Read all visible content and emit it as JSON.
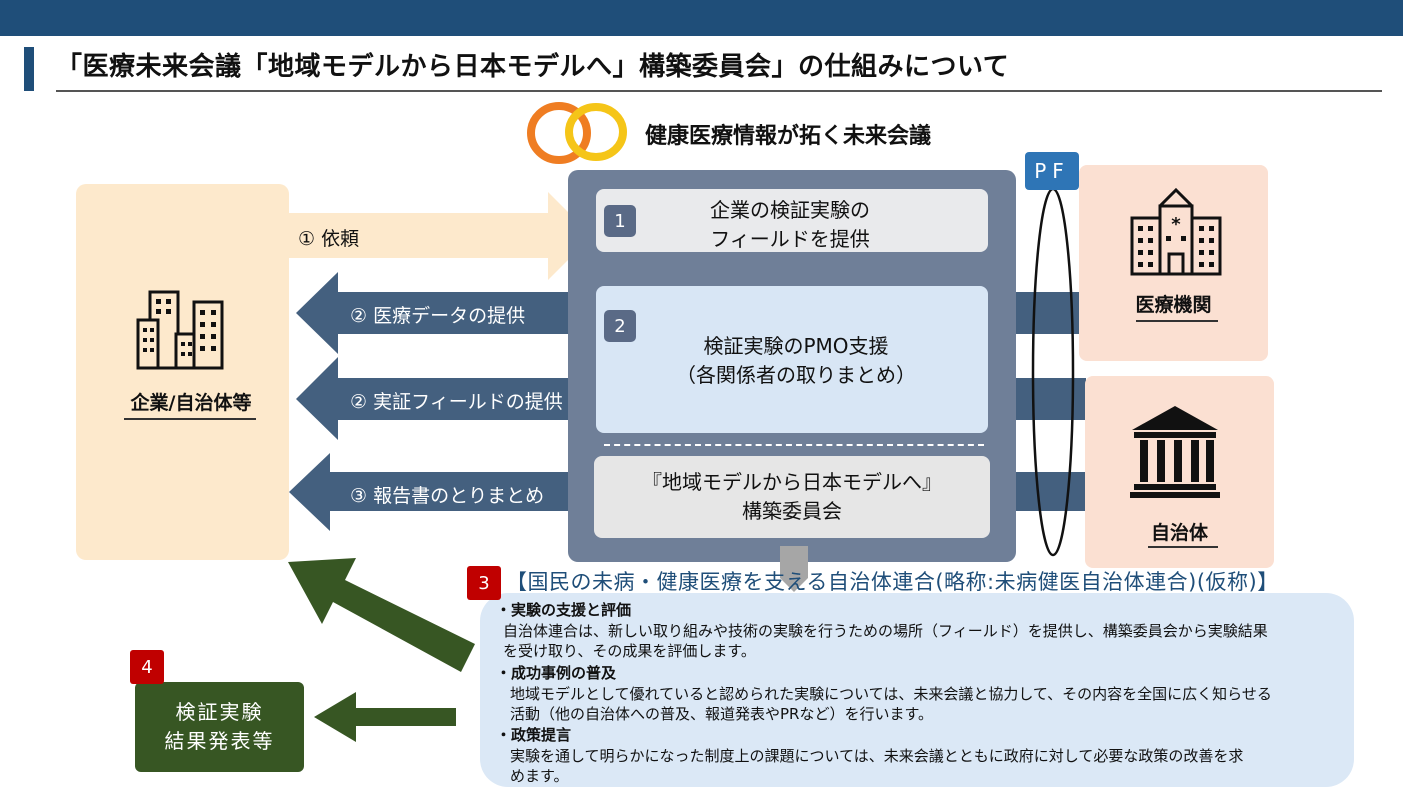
{
  "header": {
    "title": "「医療未来会議「地域モデルから日本モデルへ」構築委員会」の仕組みについて",
    "logo_text": "健康医療情報が拓く未来会議"
  },
  "left": {
    "label": "企業/自治体等"
  },
  "center": {
    "box1": {
      "num": "1",
      "line1": "企業の検証実験の",
      "line2": "フィールドを提供"
    },
    "box2": {
      "num": "2",
      "line1": "検証実験のPMO支援",
      "line2": "（各関係者の取りまとめ）"
    },
    "box3": {
      "line1": "『地域モデルから日本モデルへ』",
      "line2": "構築委員会"
    }
  },
  "arrows": {
    "a1": "① 依頼",
    "a2": "② 医療データの提供",
    "a3": "② 実証フィールドの提供",
    "a4": "③ 報告書のとりまとめ"
  },
  "right": {
    "pf": "PF",
    "hospital": "医療機関",
    "municipality": "自治体"
  },
  "section3": {
    "num": "3",
    "title": "【国民の未病・健康医療を支える自治体連合(略称:未病健医自治体連合)(仮称)】",
    "items": [
      {
        "heading": "・実験の支援と評価",
        "line1": "自治体連合は、新しい取り組みや技術の実験を行うための場所（フィールド）を提供し、構築委員会から実験結果",
        "line2": "を受け取り、その成果を評価します。"
      },
      {
        "heading": "・成功事例の普及",
        "line1": "地域モデルとして優れていると認められた実験については、未来会議と協力して、その内容を全国に広く知らせる",
        "line2": "活動（他の自治体への普及、報道発表やPRなど）を行います。"
      },
      {
        "heading": "・政策提言",
        "line1": "実験を通して明らかになった制度上の課題については、未来会議とともに政府に対して必要な政策の改善を求",
        "line2": "めます。"
      }
    ]
  },
  "section4": {
    "num": "4",
    "line1": "検証実験",
    "line2": "結果発表等"
  },
  "colors": {
    "navy": "#1f4e79",
    "arrow_blue": "#44607f",
    "peach": "#fde9cc",
    "green": "#375623",
    "red": "#c00000"
  }
}
